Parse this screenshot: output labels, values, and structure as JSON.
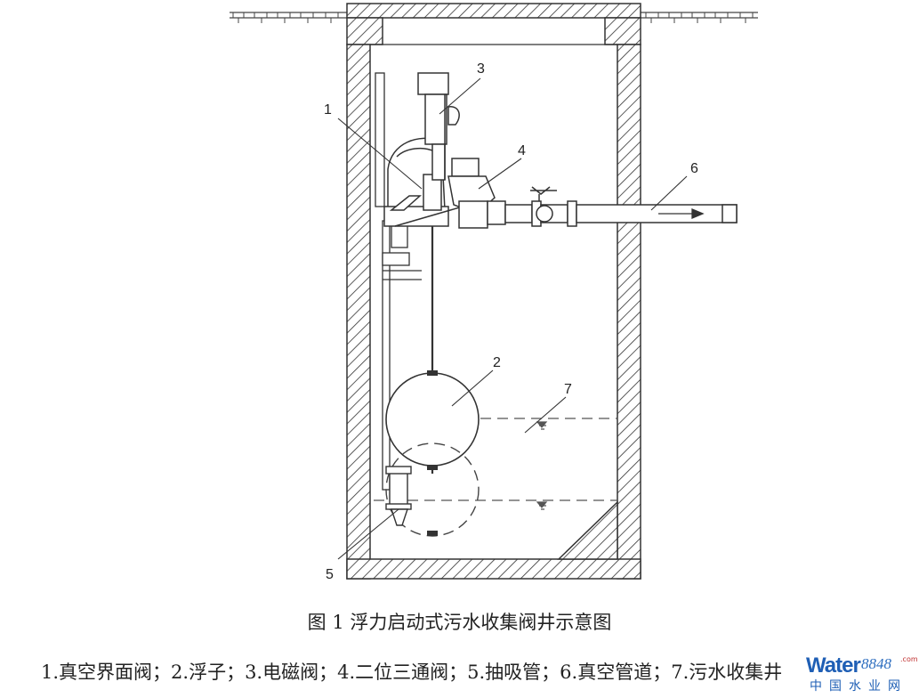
{
  "caption": "图 1  浮力启动式污水收集阀井示意图",
  "legend": "1.真空界面阀；2.浮子；3.电磁阀；4.二位三通阀；5.抽吸管；6.真空管道；7.污水收集井",
  "labels": {
    "l1": "1",
    "l2": "2",
    "l3": "3",
    "l4": "4",
    "l5": "5",
    "l6": "6",
    "l7": "7"
  },
  "watermark": {
    "main": "Water",
    "num": "8848",
    "com": ".com",
    "sub": "中国水业网"
  }
}
